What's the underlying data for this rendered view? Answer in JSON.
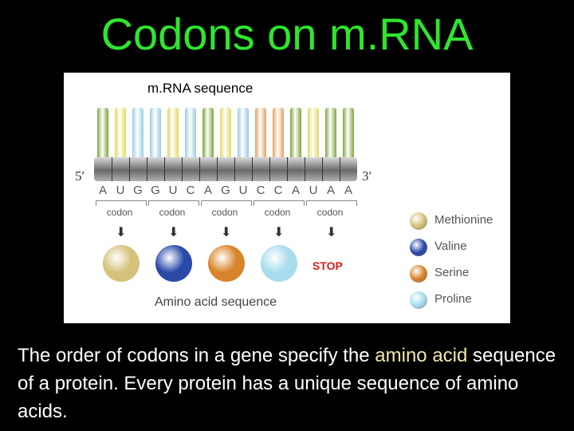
{
  "title": "Codons on m.RNA",
  "figure": {
    "label": "m.RNA sequence",
    "end_5": "5′",
    "end_3": "3′",
    "bases": [
      "A",
      "U",
      "G",
      "G",
      "U",
      "C",
      "A",
      "G",
      "U",
      "C",
      "C",
      "A",
      "U",
      "A",
      "A"
    ],
    "base_colors": [
      "#7fa43c",
      "#e2d860",
      "#9ccbe0",
      "#9ccbe0",
      "#e2d860",
      "#9ccbe0",
      "#7fa43c",
      "#e2d860",
      "#9ccbe0",
      "#e2a060",
      "#e2a060",
      "#7fa43c",
      "#e2d860",
      "#7fa43c",
      "#7fa43c"
    ],
    "codon_label": "codon",
    "codon_count": 5,
    "amino_acids": [
      {
        "color": "#d4c27a"
      },
      {
        "color": "#2a4aa8"
      },
      {
        "color": "#d8842a"
      },
      {
        "color": "#a8dcec"
      }
    ],
    "stop_label": "STOP",
    "aa_sequence_label": "Amino acid sequence",
    "legend": [
      {
        "name": "Methionine",
        "color": "#d4c27a"
      },
      {
        "name": "Valine",
        "color": "#2a4aa8"
      },
      {
        "name": "Serine",
        "color": "#d8842a"
      },
      {
        "name": "Proline",
        "color": "#a8dcec"
      }
    ]
  },
  "caption": {
    "part1": "The order of codons in a gene specify the ",
    "highlight": "amino acid",
    "part2": " sequence of a protein.  Every protein has a unique sequence of amino acids."
  }
}
